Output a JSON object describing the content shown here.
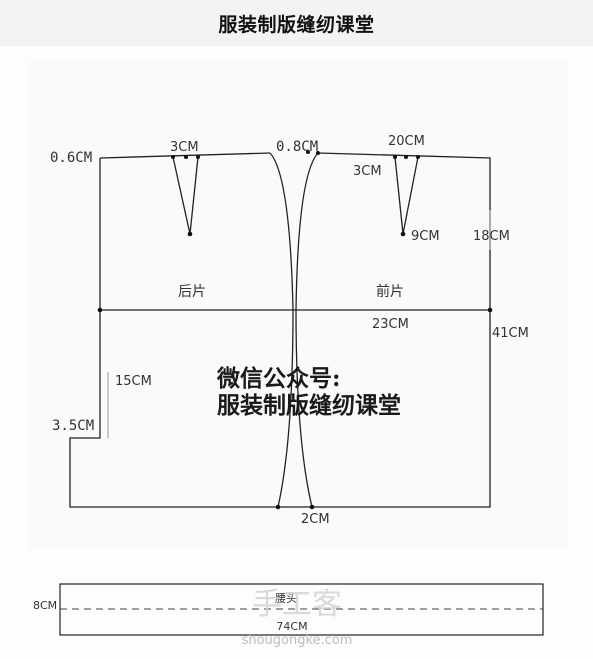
{
  "header": {
    "title": "服装制版缝纫课堂"
  },
  "pattern": {
    "back_label": "后片",
    "front_label": "前片",
    "dimensions": {
      "waist_raise": "0.6CM",
      "back_dart_width": "3CM",
      "center_offset": "0.8CM",
      "front_dart_pos": "20CM",
      "front_dart_width": "3CM",
      "front_dart_length": "9CM",
      "hip_depth": "18CM",
      "front_hip": "23CM",
      "side_length": "41CM",
      "slit_length": "15CM",
      "slit_width": "3.5CM",
      "hem_overlap": "2CM"
    }
  },
  "watermark": {
    "line1": "微信公众号:",
    "line2": "服装制版缝纫课堂"
  },
  "waistband": {
    "label": "腰头",
    "height": "8CM",
    "length": "74CM"
  },
  "site_watermark": {
    "logo": "手工客",
    "url": "shougongke.com"
  }
}
